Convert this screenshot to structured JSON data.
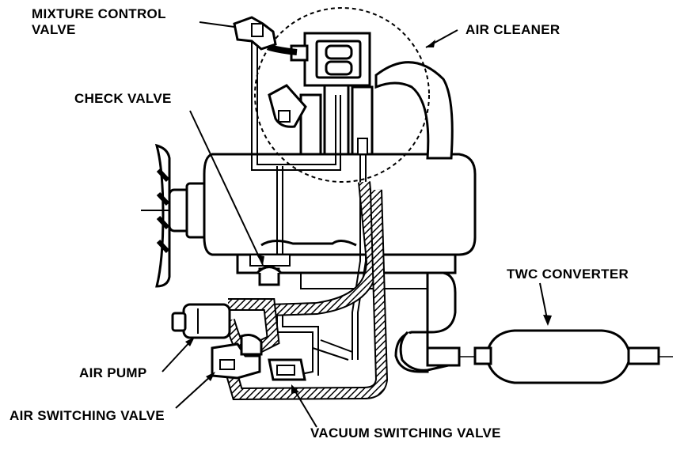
{
  "labels": {
    "mixture_control_valve_line1": "MIXTURE CONTROL",
    "mixture_control_valve_line2": "VALVE",
    "air_cleaner": "AIR CLEANER",
    "check_valve": "CHECK VALVE",
    "twc_converter": "TWC CONVERTER",
    "air_pump": "AIR PUMP",
    "air_switching_valve": "AIR SWITCHING VALVE",
    "vacuum_switching_valve": "VACUUM SWITCHING VALVE"
  },
  "colors": {
    "ink": "#000000",
    "paper": "#ffffff"
  }
}
